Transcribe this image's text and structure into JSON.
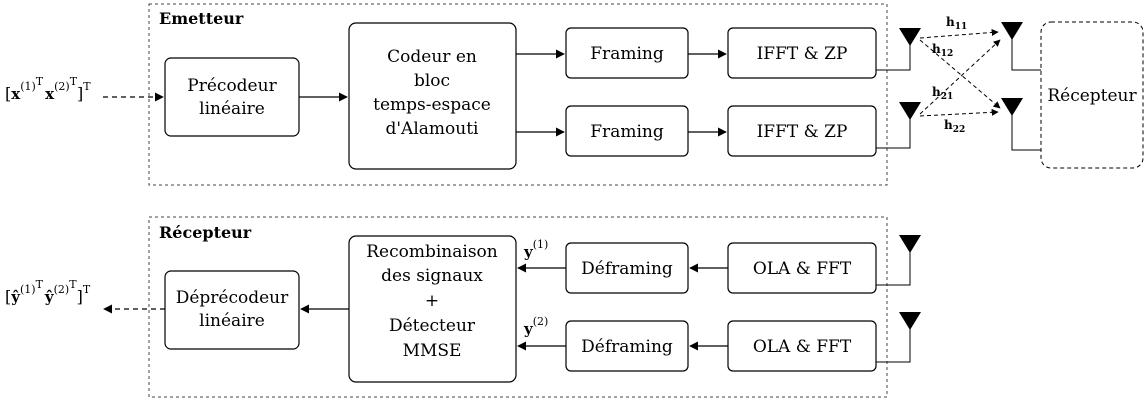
{
  "transmitter": {
    "title": "Emetteur",
    "input_label": {
      "b1": "x",
      "s1": "(1)",
      "s2": "T",
      "b2": "x",
      "s3": "(2)",
      "s4": "T",
      "s5": "T"
    },
    "precoder": [
      "Précodeur",
      "linéaire"
    ],
    "alamouti": [
      "Codeur en",
      "bloc",
      "temps-espace",
      "d'Alamouti"
    ],
    "framing_1": "Framing",
    "framing_2": "Framing",
    "ifft_1": "IFFT & ZP",
    "ifft_2": "IFFT & ZP"
  },
  "channel": {
    "h11": {
      "b": "h",
      "sub": "11"
    },
    "h12": {
      "b": "h",
      "sub": "12"
    },
    "h21": {
      "b": "h",
      "sub": "21"
    },
    "h22": {
      "b": "h",
      "sub": "22"
    },
    "receiver_box": "Récepteur"
  },
  "receiver": {
    "title": "Récepteur",
    "output_label": {
      "b1": "ŷ",
      "s1": "(1)",
      "s2": "T",
      "b2": "ŷ",
      "s3": "(2)",
      "s4": "T",
      "s5": "T"
    },
    "deprecoder": [
      "Déprécodeur",
      "linéaire"
    ],
    "recombine": [
      "Recombinaison",
      "des signaux",
      "+",
      "Détecteur",
      "MMSE"
    ],
    "y1": {
      "b": "y",
      "sup": "(1)"
    },
    "y2": {
      "b": "y",
      "sup": "(2)"
    },
    "deframing_1": "Déframing",
    "deframing_2": "Déframing",
    "ola_1": "OLA & FFT",
    "ola_2": "OLA & FFT"
  }
}
